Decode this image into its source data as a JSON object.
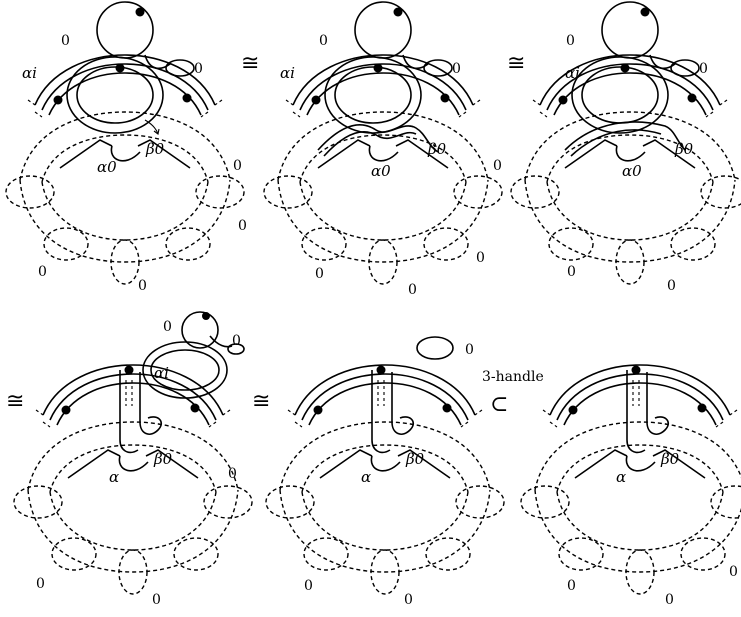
{
  "symbols": {
    "diffeo": "≅",
    "subset": "⊂"
  },
  "labels": {
    "zero": "0",
    "alpha_i": "αi",
    "alpha_0": "α0",
    "alpha": "α",
    "beta_0": "β0",
    "three_handle": "3-handle"
  },
  "panels": [
    {
      "id": "panel-1",
      "has_dotted_top": true,
      "alpha_label": "alpha_0"
    },
    {
      "id": "panel-2",
      "has_dotted_top": true,
      "alpha_label": "alpha_0"
    },
    {
      "id": "panel-3",
      "has_dotted_top": true,
      "alpha_label": "alpha_0"
    },
    {
      "id": "panel-4",
      "has_dotted_top": false,
      "alpha_label": "alpha"
    },
    {
      "id": "panel-5",
      "has_dotted_top": false,
      "alpha_label": "alpha"
    },
    {
      "id": "panel-6",
      "has_dotted_top": false,
      "alpha_label": "alpha"
    }
  ]
}
